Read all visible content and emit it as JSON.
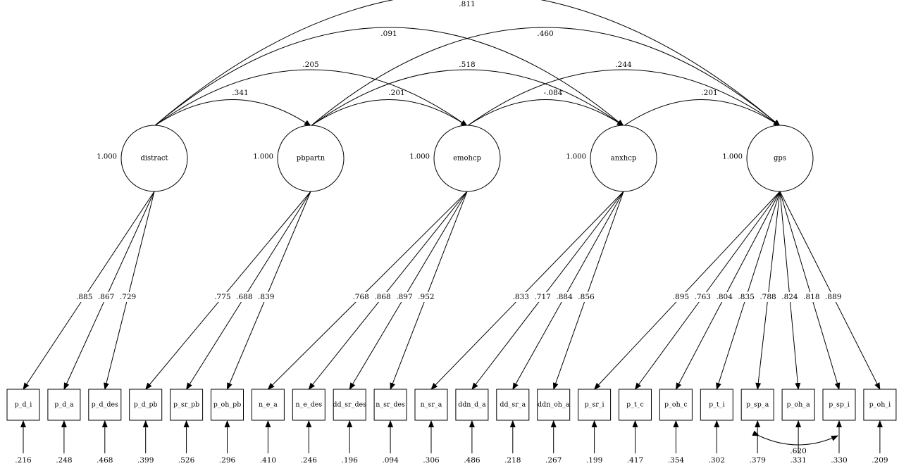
{
  "latents": [
    {
      "id": "distract",
      "label": "distract",
      "variance": "1.000"
    },
    {
      "id": "pbpartn",
      "label": "pbpartn",
      "variance": "1.000"
    },
    {
      "id": "emohcp",
      "label": "emohcp",
      "variance": "1.000"
    },
    {
      "id": "anxhcp",
      "label": "anxhcp",
      "variance": "1.000"
    },
    {
      "id": "gps",
      "label": "gps",
      "variance": "1.000"
    }
  ],
  "indicators": [
    {
      "label": "p_d_i",
      "factor": 0,
      "loading": ".885",
      "error": ".216"
    },
    {
      "label": "p_d_a",
      "factor": 0,
      "loading": ".867",
      "error": ".248"
    },
    {
      "label": "p_d_des",
      "factor": 0,
      "loading": ".729",
      "error": ".468"
    },
    {
      "label": "p_d_pb",
      "factor": 1,
      "loading": ".775",
      "error": ".399"
    },
    {
      "label": "p_sr_pb",
      "factor": 1,
      "loading": ".688",
      "error": ".526"
    },
    {
      "label": "p_oh_pb",
      "factor": 1,
      "loading": ".839",
      "error": ".296"
    },
    {
      "label": "n_e_a",
      "factor": 2,
      "loading": ".768",
      "error": ".410"
    },
    {
      "label": "n_e_des",
      "factor": 2,
      "loading": ".868",
      "error": ".246"
    },
    {
      "label": "dd_sr_des",
      "factor": 2,
      "loading": ".897",
      "error": ".196"
    },
    {
      "label": "n_sr_des",
      "factor": 2,
      "loading": ".952",
      "error": ".094"
    },
    {
      "label": "n_sr_a",
      "factor": 3,
      "loading": ".833",
      "error": ".306"
    },
    {
      "label": "ddn_d_a",
      "factor": 3,
      "loading": ".717",
      "error": ".486"
    },
    {
      "label": "dd_sr_a",
      "factor": 3,
      "loading": ".884",
      "error": ".218"
    },
    {
      "label": "ddn_oh_a",
      "factor": 3,
      "loading": ".856",
      "error": ".267"
    },
    {
      "label": "p_sr_i",
      "factor": 4,
      "loading": ".895",
      "error": ".199"
    },
    {
      "label": "p_t_c",
      "factor": 4,
      "loading": ".763",
      "error": ".417"
    },
    {
      "label": "p_oh_c",
      "factor": 4,
      "loading": ".804",
      "error": ".354"
    },
    {
      "label": "p_t_i",
      "factor": 4,
      "loading": ".835",
      "error": ".302"
    },
    {
      "label": "p_sp_a",
      "factor": 4,
      "loading": ".788",
      "error": ".379"
    },
    {
      "label": "p_oh_a",
      "factor": 4,
      "loading": ".824",
      "error": ".331"
    },
    {
      "label": "p_sp_i",
      "factor": 4,
      "loading": ".818",
      "error": ".330"
    },
    {
      "label": "p_oh_i",
      "factor": 4,
      "loading": ".889",
      "error": ".209"
    }
  ],
  "correlations": [
    {
      "from": 0,
      "to": 1,
      "value": ".341"
    },
    {
      "from": 0,
      "to": 2,
      "value": ".205"
    },
    {
      "from": 0,
      "to": 3,
      "value": ".091"
    },
    {
      "from": 0,
      "to": 4,
      "value": ".811"
    },
    {
      "from": 1,
      "to": 2,
      "value": ".201"
    },
    {
      "from": 1,
      "to": 3,
      "value": ".518"
    },
    {
      "from": 1,
      "to": 4,
      "value": ".460"
    },
    {
      "from": 2,
      "to": 3,
      "value": "-.084"
    },
    {
      "from": 2,
      "to": 4,
      "value": ".244"
    },
    {
      "from": 3,
      "to": 4,
      "value": ".201"
    }
  ],
  "error_covariances": [
    {
      "from": 18,
      "to": 20,
      "value": ".620"
    }
  ]
}
